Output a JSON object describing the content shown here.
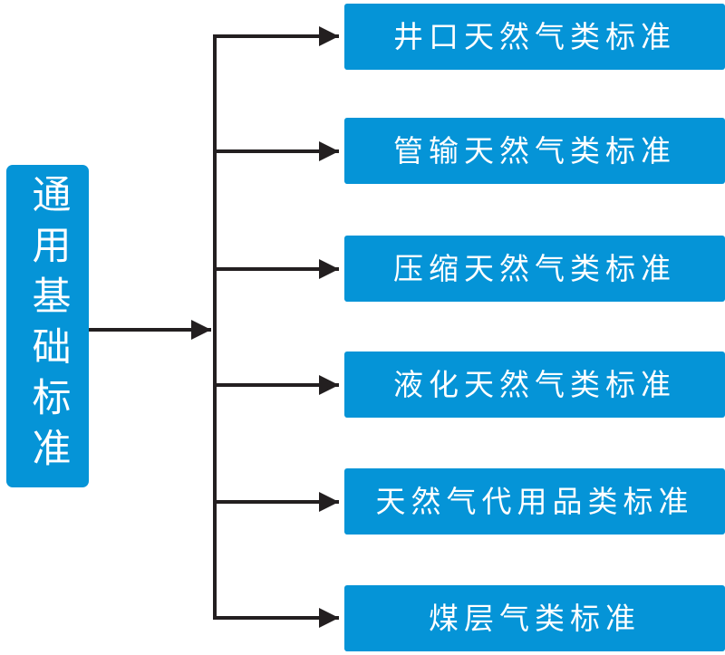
{
  "diagram": {
    "root": {
      "label": "通用基础标准"
    },
    "branches": [
      {
        "label": "井口天然气类标准"
      },
      {
        "label": "管输天然气类标准"
      },
      {
        "label": "压缩天然气类标准"
      },
      {
        "label": "液化天然气类标准"
      },
      {
        "label": "天然气代用品类标准"
      },
      {
        "label": "煤层气类标准"
      }
    ]
  },
  "colors": {
    "box_fill": "#0594d7",
    "text_color": "#ffffff",
    "connector": "#231f20",
    "background": "#ffffff"
  }
}
